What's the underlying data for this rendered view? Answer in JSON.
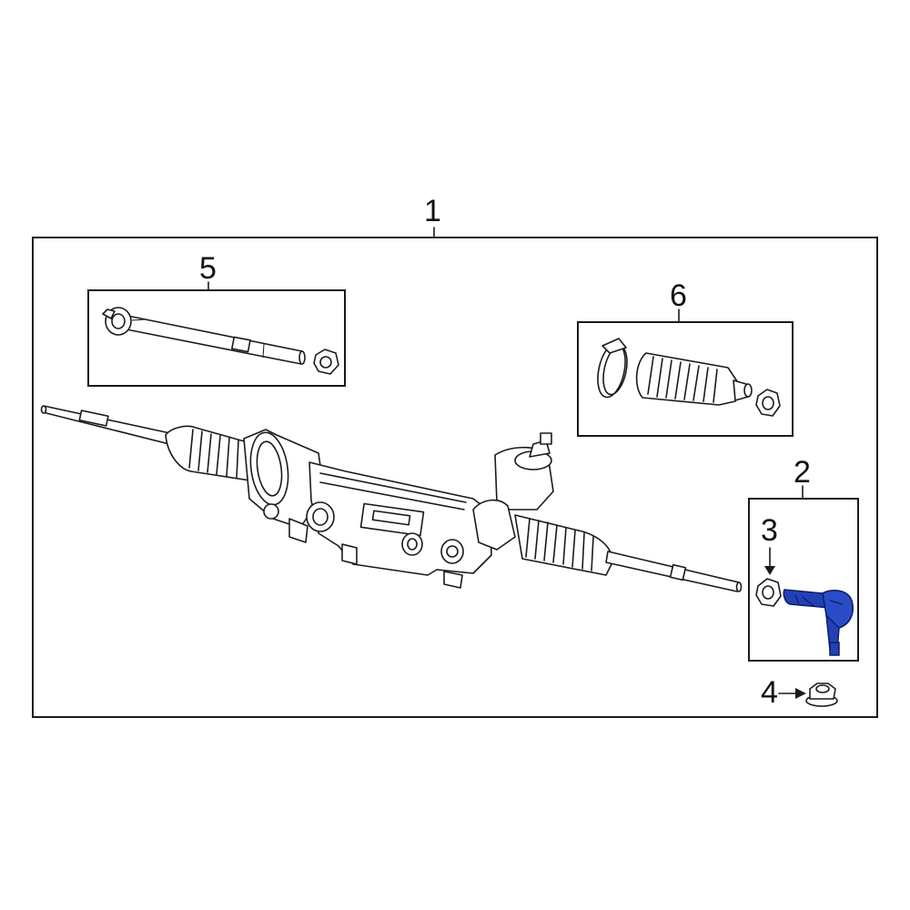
{
  "callouts": {
    "c1": "1",
    "c2": "2",
    "c3": "3",
    "c4": "4",
    "c5": "5",
    "c6": "6"
  },
  "colors": {
    "highlight": "#2341b5",
    "line": "#1a1a1a",
    "background": "#ffffff"
  }
}
